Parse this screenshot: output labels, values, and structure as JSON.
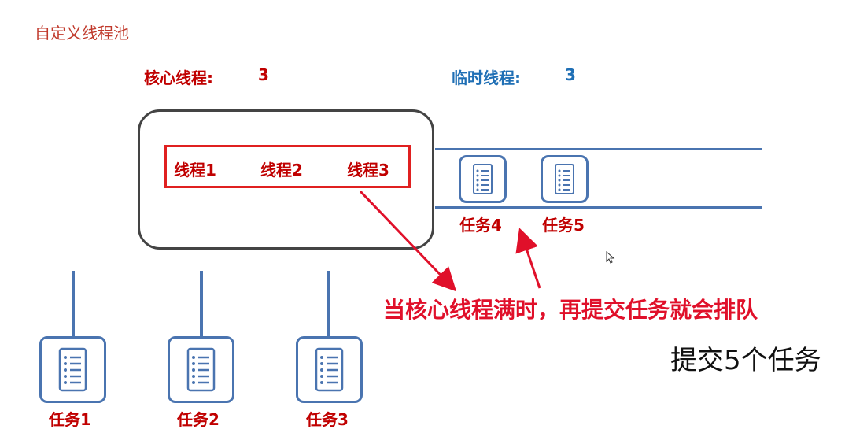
{
  "title": "自定义线程池",
  "core": {
    "label": "核心线程:",
    "value": "3"
  },
  "temp": {
    "label": "临时线程:",
    "value": "3"
  },
  "threads": [
    "线程1",
    "线程2",
    "线程3"
  ],
  "queued_tasks": [
    "任务4",
    "任务5"
  ],
  "running_tasks": [
    "任务1",
    "任务2",
    "任务3"
  ],
  "callout": "当核心线程满时，再提交任务就会排队",
  "submit_text": "提交5个任务",
  "colors": {
    "red": "#c00000",
    "blue": "#1f6fb5",
    "queue_line": "#4a74b0",
    "arrow": "#e0102a"
  }
}
